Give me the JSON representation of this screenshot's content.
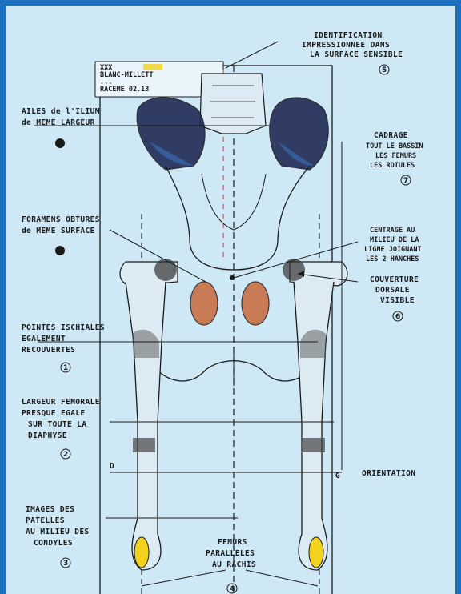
{
  "colors": {
    "border": "#1d6fc0",
    "paper": "#cfe8f6",
    "ink": "#1a1a1a",
    "ilium_fill": "#1f2a55",
    "obturator_fill": "#c9683a",
    "patella_fill": "#f2d21d",
    "guide_line": "#c0392b"
  },
  "id_label": {
    "line1": "IDENTIFICATION",
    "line2": "IMPRESSIONNEE DANS",
    "line3": "LA SURFACE SENSIBLE",
    "number": "5"
  },
  "id_plate": {
    "line1": "XXX",
    "line2": "BLANC-MILLETT",
    "line3": "...",
    "line4": "RACEME 02.13"
  },
  "left_notes": [
    {
      "lines": [
        "AILES de l'ILIUM",
        "de MEME LARGEUR"
      ],
      "number": ""
    },
    {
      "lines": [
        "FORAMENS OBTURES",
        "de MEME SURFACE"
      ],
      "number": ""
    },
    {
      "lines": [
        "POINTES ISCHIALES",
        "EGALEMENT",
        "RECOUVERTES"
      ],
      "number": "1"
    },
    {
      "lines": [
        "LARGEUR FEMORALE",
        "PRESQUE EGALE",
        "SUR TOUTE LA",
        "DIAPHYSE"
      ],
      "number": "2"
    },
    {
      "lines": [
        "IMAGES DES",
        "PATELLES",
        "AU MILIEU DES",
        "CONDYLES"
      ],
      "number": "3"
    }
  ],
  "right_notes": [
    {
      "lines": [
        "CADRAGE",
        "TOUT LE BASSIN",
        "LES FEMURS",
        "LES ROTULES"
      ],
      "number": "7"
    },
    {
      "lines": [
        "CENTRAGE AU",
        "MILIEU DE LA",
        "LIGNE JOIGNANT",
        "LES 2 HANCHES"
      ],
      "number": ""
    },
    {
      "lines": [
        "COUVERTURE",
        "DORSALE",
        "VISIBLE"
      ],
      "number": "6"
    },
    {
      "lines": [
        "ORIENTATION"
      ],
      "number": ""
    }
  ],
  "bottom_note": {
    "lines": [
      "FEMURS",
      "PARALLELES",
      "AU RACHIS"
    ],
    "number": "4"
  },
  "side_markers": {
    "left": "D",
    "right": "G"
  }
}
